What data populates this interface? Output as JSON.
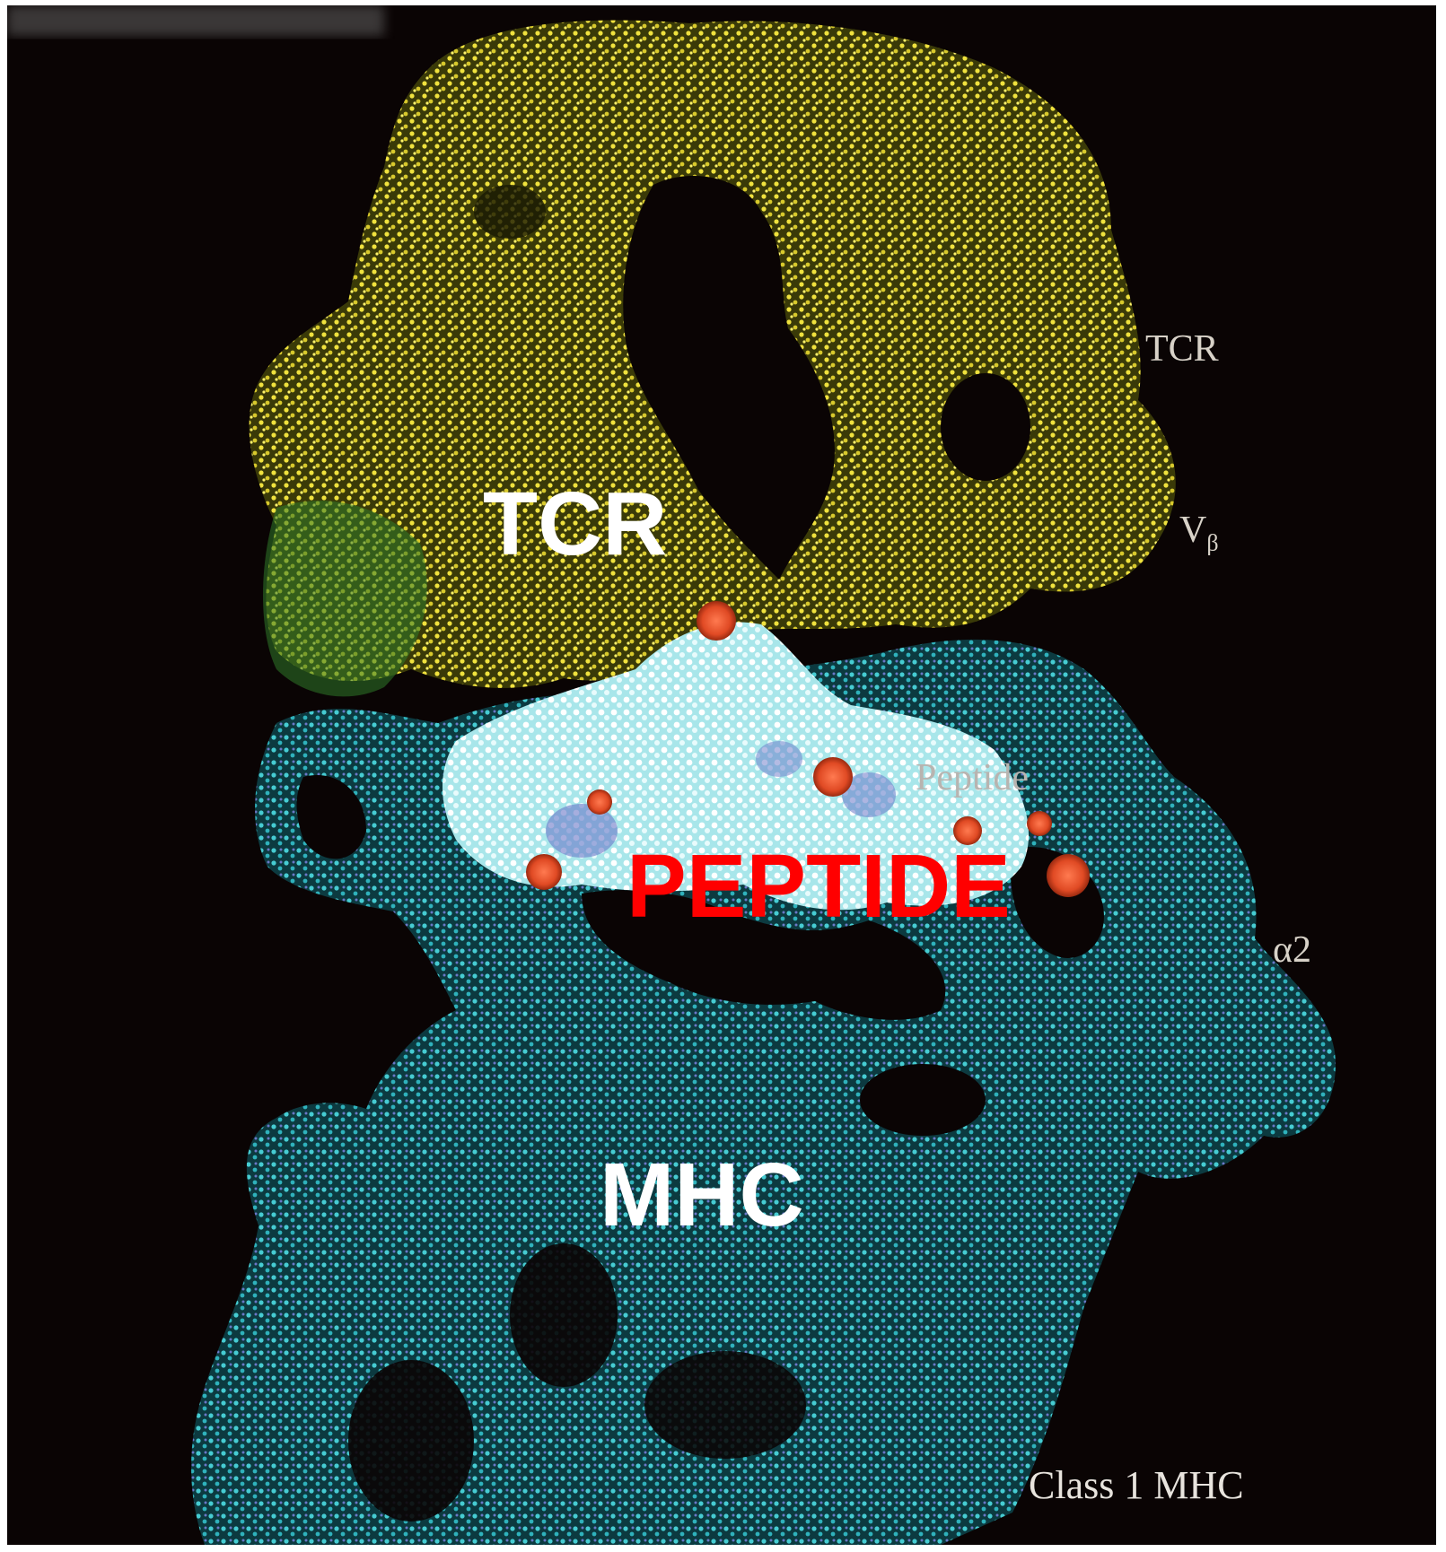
{
  "image": {
    "description_labels": {
      "tcr_big": "TCR",
      "peptide_big": "PEPTIDE",
      "mhc_big": "MHC",
      "tcr_small": "TCR",
      "vbeta_main": "V",
      "vbeta_sub": "β",
      "peptide_small": "Peptide",
      "alpha2": "α2",
      "class1": "Class 1 MHC"
    },
    "colors": {
      "background": "#0a0404",
      "tcr_surface": "#e6d83a",
      "mhc_surface": "#3fc6cc",
      "peptide_surface": "#eef6f6",
      "oxygen_atoms": "#e8502a",
      "peptide_label": "#ff0000"
    }
  }
}
